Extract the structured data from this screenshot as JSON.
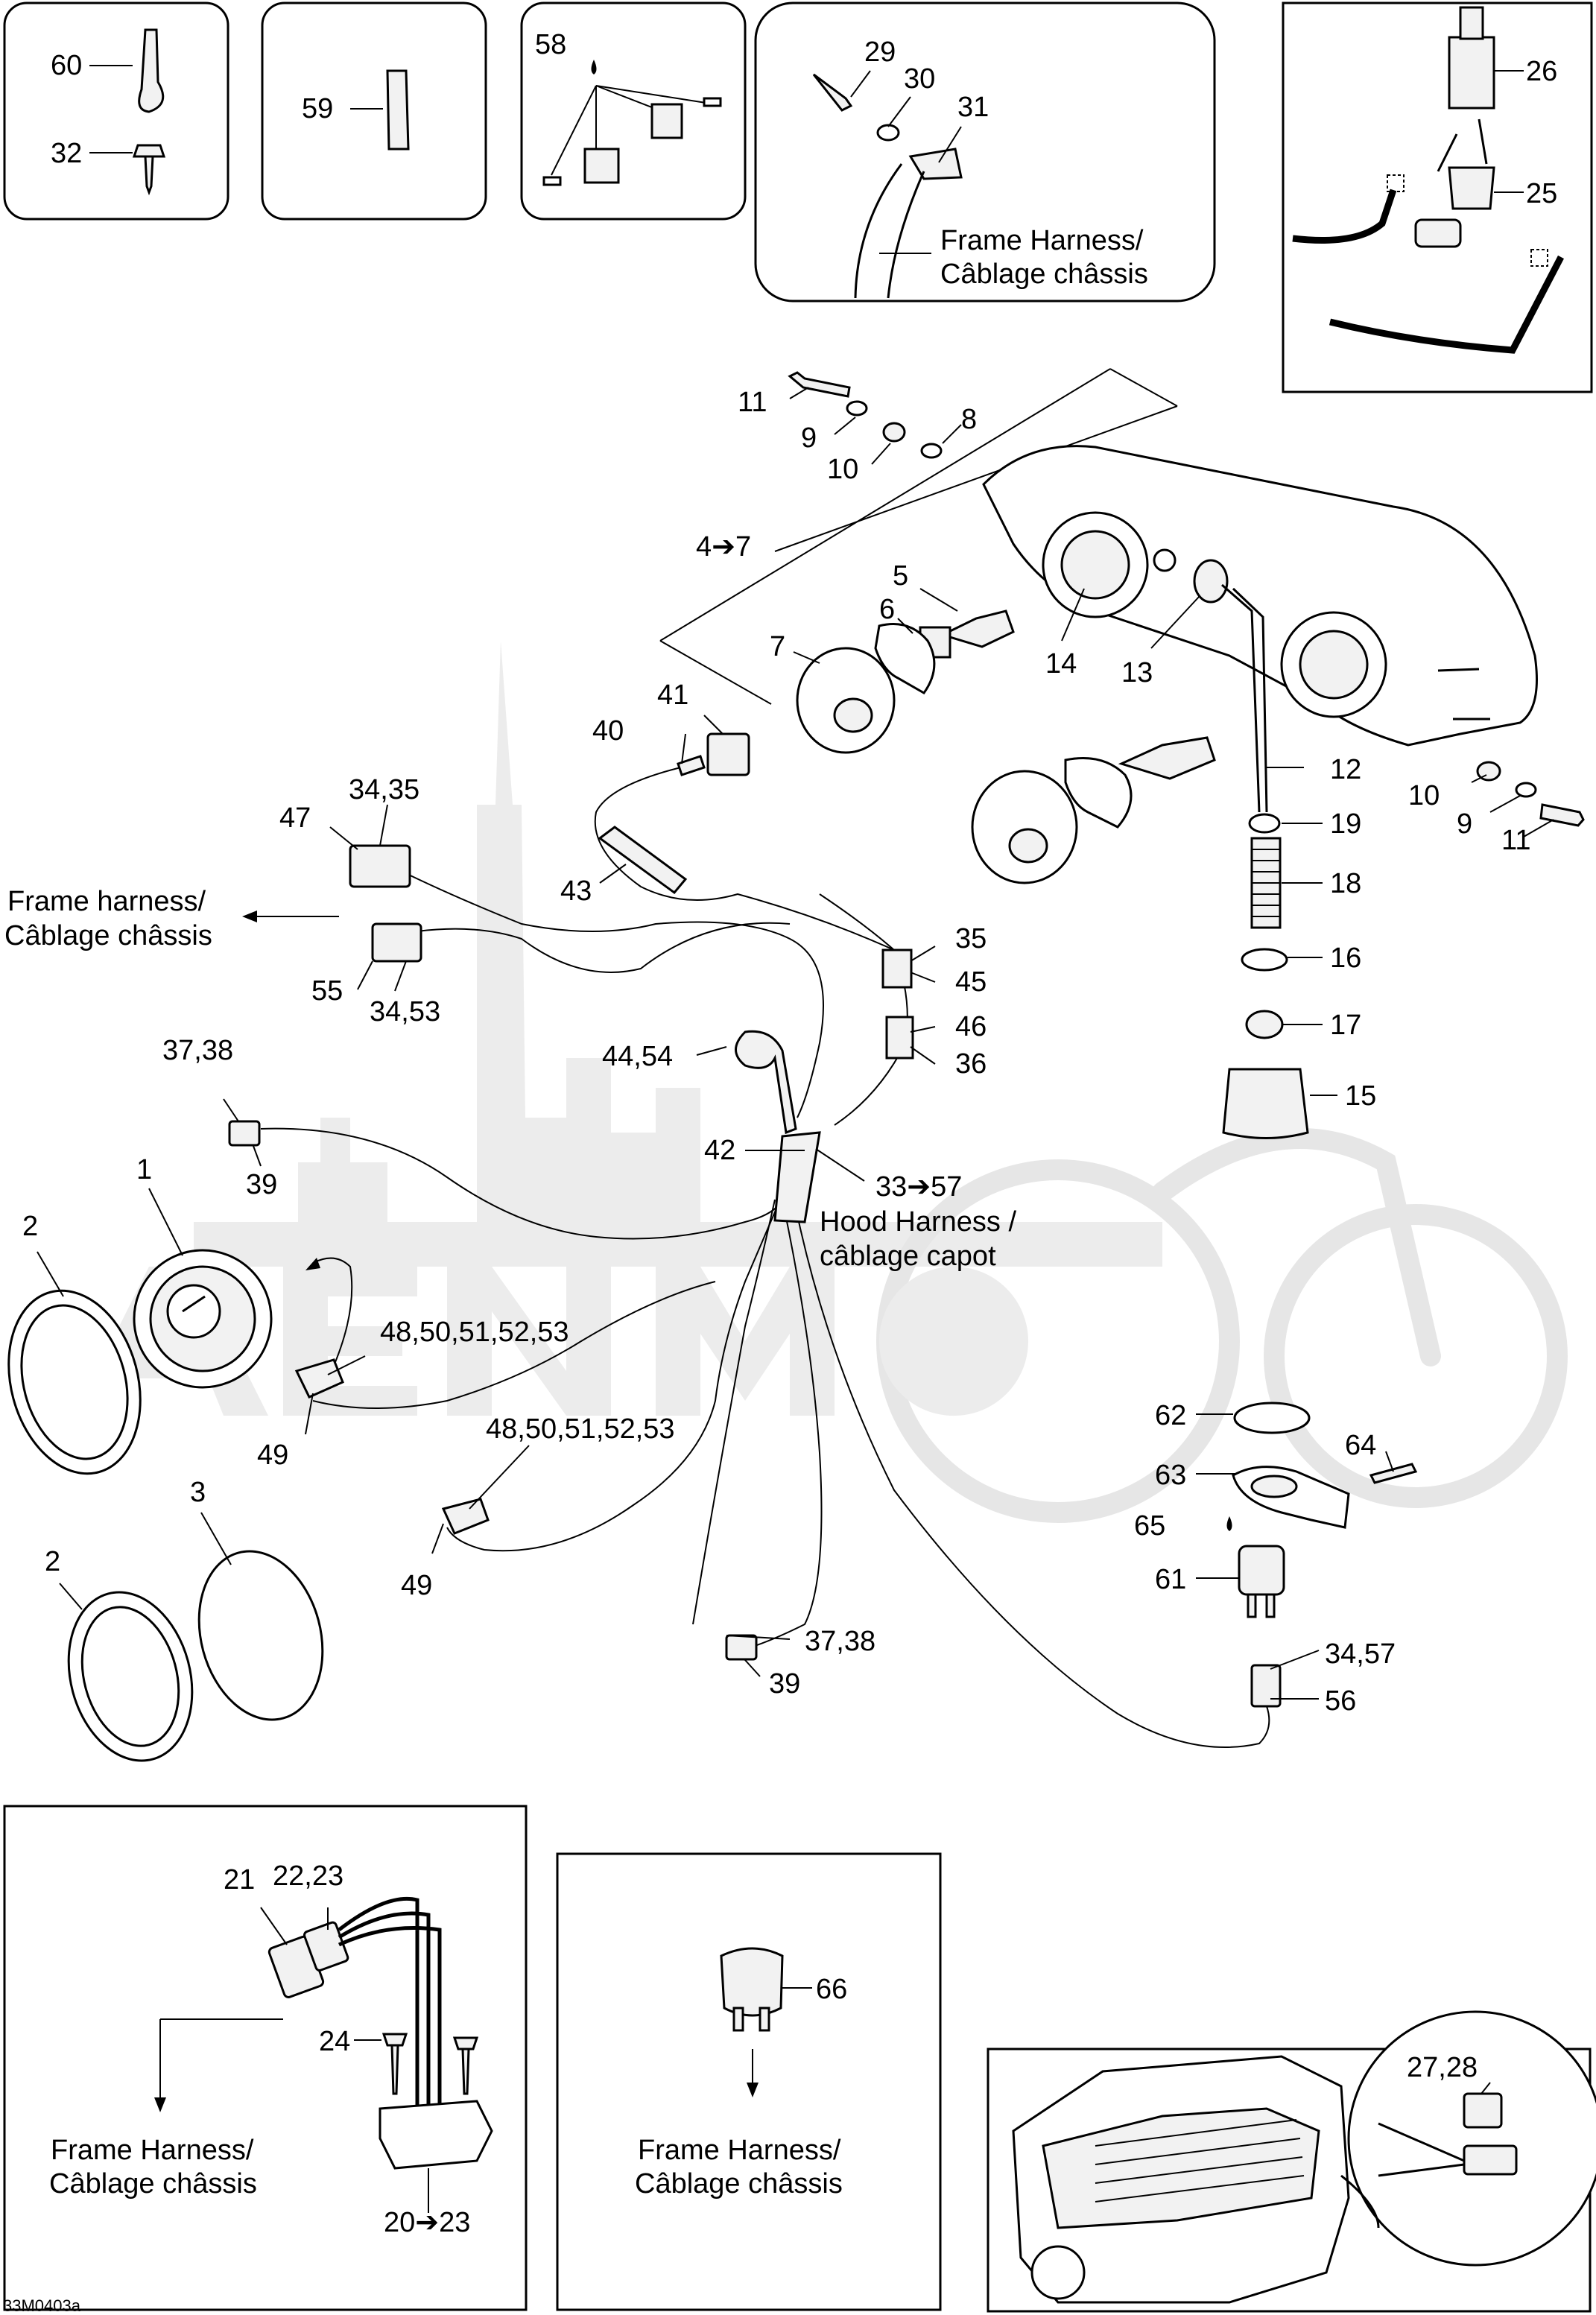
{
  "drawing_code": "33M0403a",
  "harness_notes": {
    "frame_harness_top": "Frame Harness/\nCâblage châssis",
    "frame_harness_left": "Frame harness/\nCâblage châssis",
    "hood_harness": "Hood Harness /\ncâblage capot",
    "frame_harness_box1": "Frame Harness/\nCâblage châssis",
    "frame_harness_box2": "Frame Harness/\nCâblage châssis"
  },
  "callouts": {
    "c60": "60",
    "c32": "32",
    "c59": "59",
    "c58": "58",
    "c29": "29",
    "c30": "30",
    "c31": "31",
    "c26": "26",
    "c25": "25",
    "c11a": "11",
    "c9a": "9",
    "c8": "8",
    "c10a": "10",
    "c4_7": "4➔7",
    "c5": "5",
    "c6": "6",
    "c7": "7",
    "c14": "14",
    "c13": "13",
    "c12": "12",
    "c10b": "10",
    "c9b": "9",
    "c11b": "11",
    "c19": "19",
    "c18": "18",
    "c16": "16",
    "c17": "17",
    "c15": "15",
    "c41": "41",
    "c40": "40",
    "c43": "43",
    "c34_35": "34,35",
    "c47": "47",
    "c55": "55",
    "c34_53": "34,53",
    "c35": "35",
    "c45": "45",
    "c46": "46",
    "c36": "36",
    "c44_54": "44,54",
    "c37_38a": "37,38",
    "c39a": "39",
    "c42": "42",
    "c33_57": "33➔57",
    "c1": "1",
    "c2a": "2",
    "c48a": "48,50,51,52,53",
    "c49a": "49",
    "c48b": "48,50,51,52,53",
    "c49b": "49",
    "c3": "3",
    "c2b": "2",
    "c37_38b": "37,38",
    "c39b": "39",
    "c62": "62",
    "c63": "63",
    "c64": "64",
    "c65": "65",
    "c61": "61",
    "c34_57": "34,57",
    "c56": "56",
    "c21": "21",
    "c22_23": "22,23",
    "c24": "24",
    "c20_23": "20➔23",
    "c66": "66",
    "c27_28": "27,28"
  },
  "colors": {
    "line": "#000000",
    "watermark": "#ececec",
    "part_fill": "#f2f2f2"
  }
}
